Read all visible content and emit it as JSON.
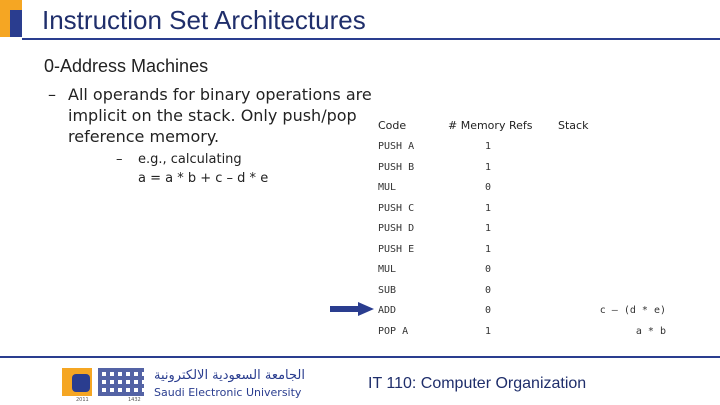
{
  "slide": {
    "title": "Instruction Set Architectures",
    "subtitle": "0-Address Machines",
    "bullet": {
      "dash": "–",
      "text": "All operands for binary operations are implicit on the stack. Only push/pop reference memory."
    },
    "sub_bullet": {
      "dash": "–",
      "line1": "e.g., calculating",
      "line2": "a = a * b + c – d * e"
    }
  },
  "table": {
    "headers": {
      "code": "Code",
      "refs": "# Memory Refs",
      "stack": "Stack"
    },
    "rows": [
      {
        "code": "PUSH A",
        "refs": "1",
        "stack": ""
      },
      {
        "code": "PUSH B",
        "refs": "1",
        "stack": ""
      },
      {
        "code": "MUL",
        "refs": "0",
        "stack": ""
      },
      {
        "code": "PUSH C",
        "refs": "1",
        "stack": ""
      },
      {
        "code": "PUSH D",
        "refs": "1",
        "stack": ""
      },
      {
        "code": "PUSH E",
        "refs": "1",
        "stack": ""
      },
      {
        "code": "MUL",
        "refs": "0",
        "stack": ""
      },
      {
        "code": "SUB",
        "refs": "0",
        "stack": ""
      },
      {
        "code": "ADD",
        "refs": "0",
        "stack": "c – (d * e)"
      },
      {
        "code": "POP A",
        "refs": "1",
        "stack": "a * b"
      }
    ],
    "current_row_indicator": "arrow-right-icon"
  },
  "footer": {
    "logo_arabic": "الجامعة السعودية الالكترونية",
    "logo_english": "Saudi Electronic University",
    "logo_year_left": "2011",
    "logo_year_right": "1432",
    "course": "IT 110: Computer Organization"
  },
  "colors": {
    "brand_blue": "#2a3d8f",
    "title_blue": "#1f2e6b",
    "accent_orange": "#f5a623"
  }
}
